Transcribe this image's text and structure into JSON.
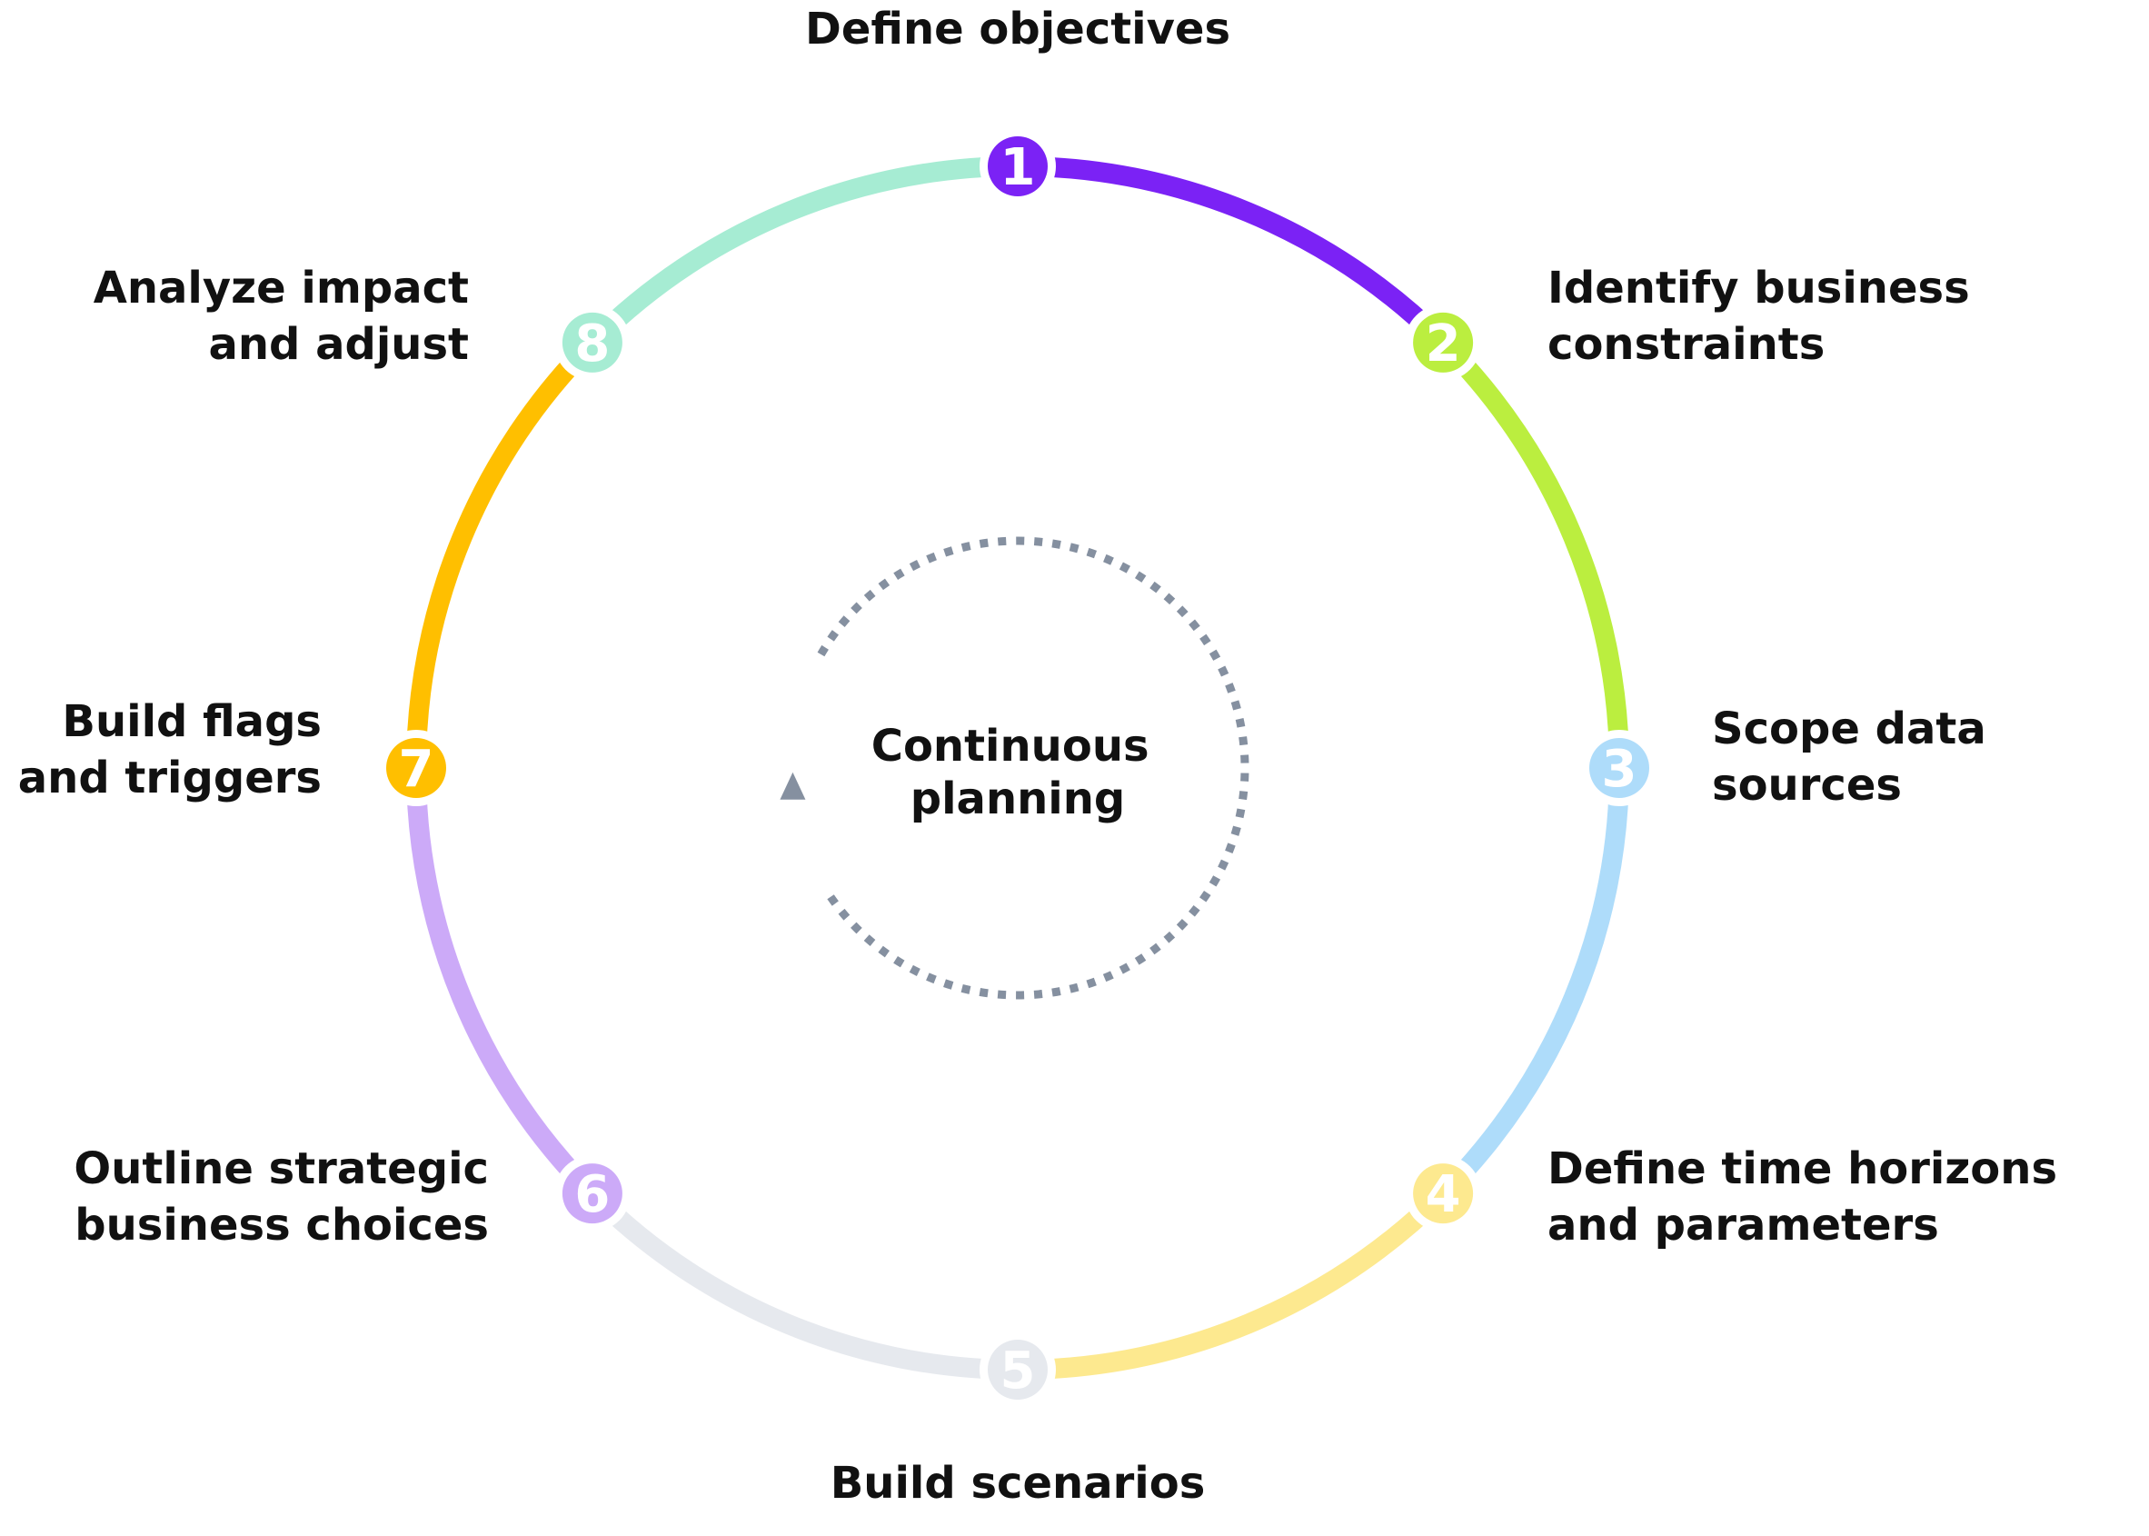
{
  "center": {
    "lines": [
      "Continuous",
      "planning"
    ],
    "arrow_color": "#8590a0"
  },
  "steps": [
    {
      "number": "1",
      "lines": [
        "Define objectives"
      ],
      "color": "#7b22f5"
    },
    {
      "number": "2",
      "lines": [
        "Identify business",
        "constraints"
      ],
      "color": "#bbee3f"
    },
    {
      "number": "3",
      "lines": [
        "Scope data",
        "sources"
      ],
      "color": "#aedcfa"
    },
    {
      "number": "4",
      "lines": [
        "Define time horizons",
        "and parameters"
      ],
      "color": "#fde98f"
    },
    {
      "number": "5",
      "lines": [
        "Build scenarios"
      ],
      "color": "#e6e9ee"
    },
    {
      "number": "6",
      "lines": [
        "Outline strategic",
        "business choices"
      ],
      "color": "#ccaaf8"
    },
    {
      "number": "7",
      "lines": [
        "Build flags",
        "and triggers"
      ],
      "color": "#ffbf00"
    },
    {
      "number": "8",
      "lines": [
        "Analyze impact",
        "and adjust"
      ],
      "color": "#a6ecd3"
    }
  ]
}
